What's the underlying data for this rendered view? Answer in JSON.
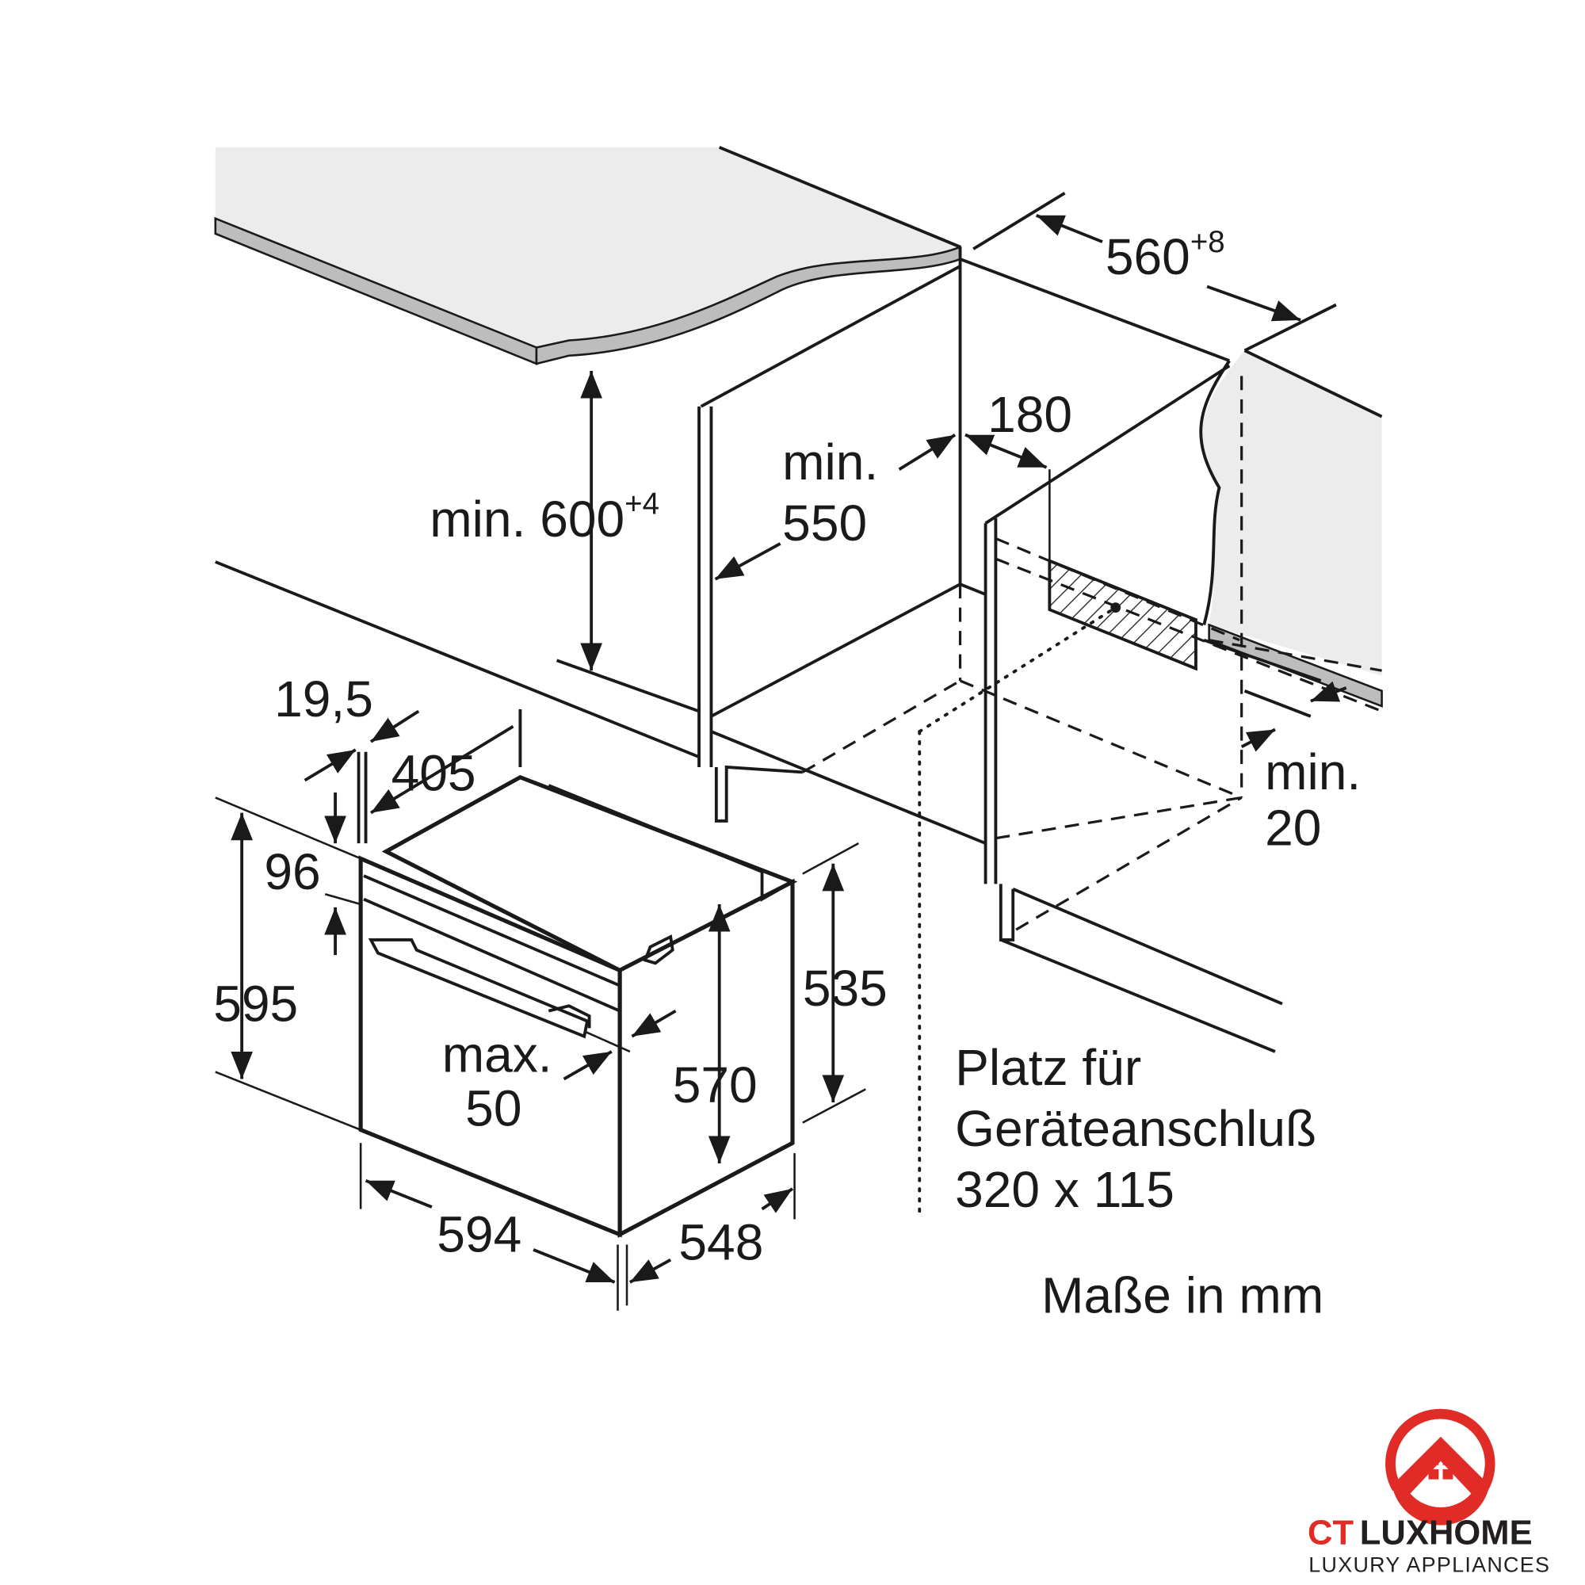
{
  "dimensions": {
    "niche_width": "560",
    "niche_width_tol": "+8",
    "niche_height": "min. 600",
    "niche_height_tol": "+4",
    "depth_min_label": "min.",
    "depth_min_value": "550",
    "connection_offset": "180",
    "gap_min_label": "min.",
    "gap_min_value": "20",
    "front_thickness": "19,5",
    "top_depth": "405",
    "panel_height": "96",
    "total_height": "595",
    "body_height": "535",
    "inner_height": "570",
    "handle_label": "max.",
    "handle_value": "50",
    "width": "594",
    "depth": "548"
  },
  "notes": {
    "connection_line1": "Platz für",
    "connection_line2": "Geräteanschluß",
    "connection_line3": "320 x 115",
    "units": "Maße in mm"
  },
  "logo": {
    "brand_ct": "CT",
    "brand_rest": "LUXHOME",
    "tagline": "LUXURY APPLIANCES",
    "color_red": "#e02b27",
    "color_dark": "#231f20"
  }
}
